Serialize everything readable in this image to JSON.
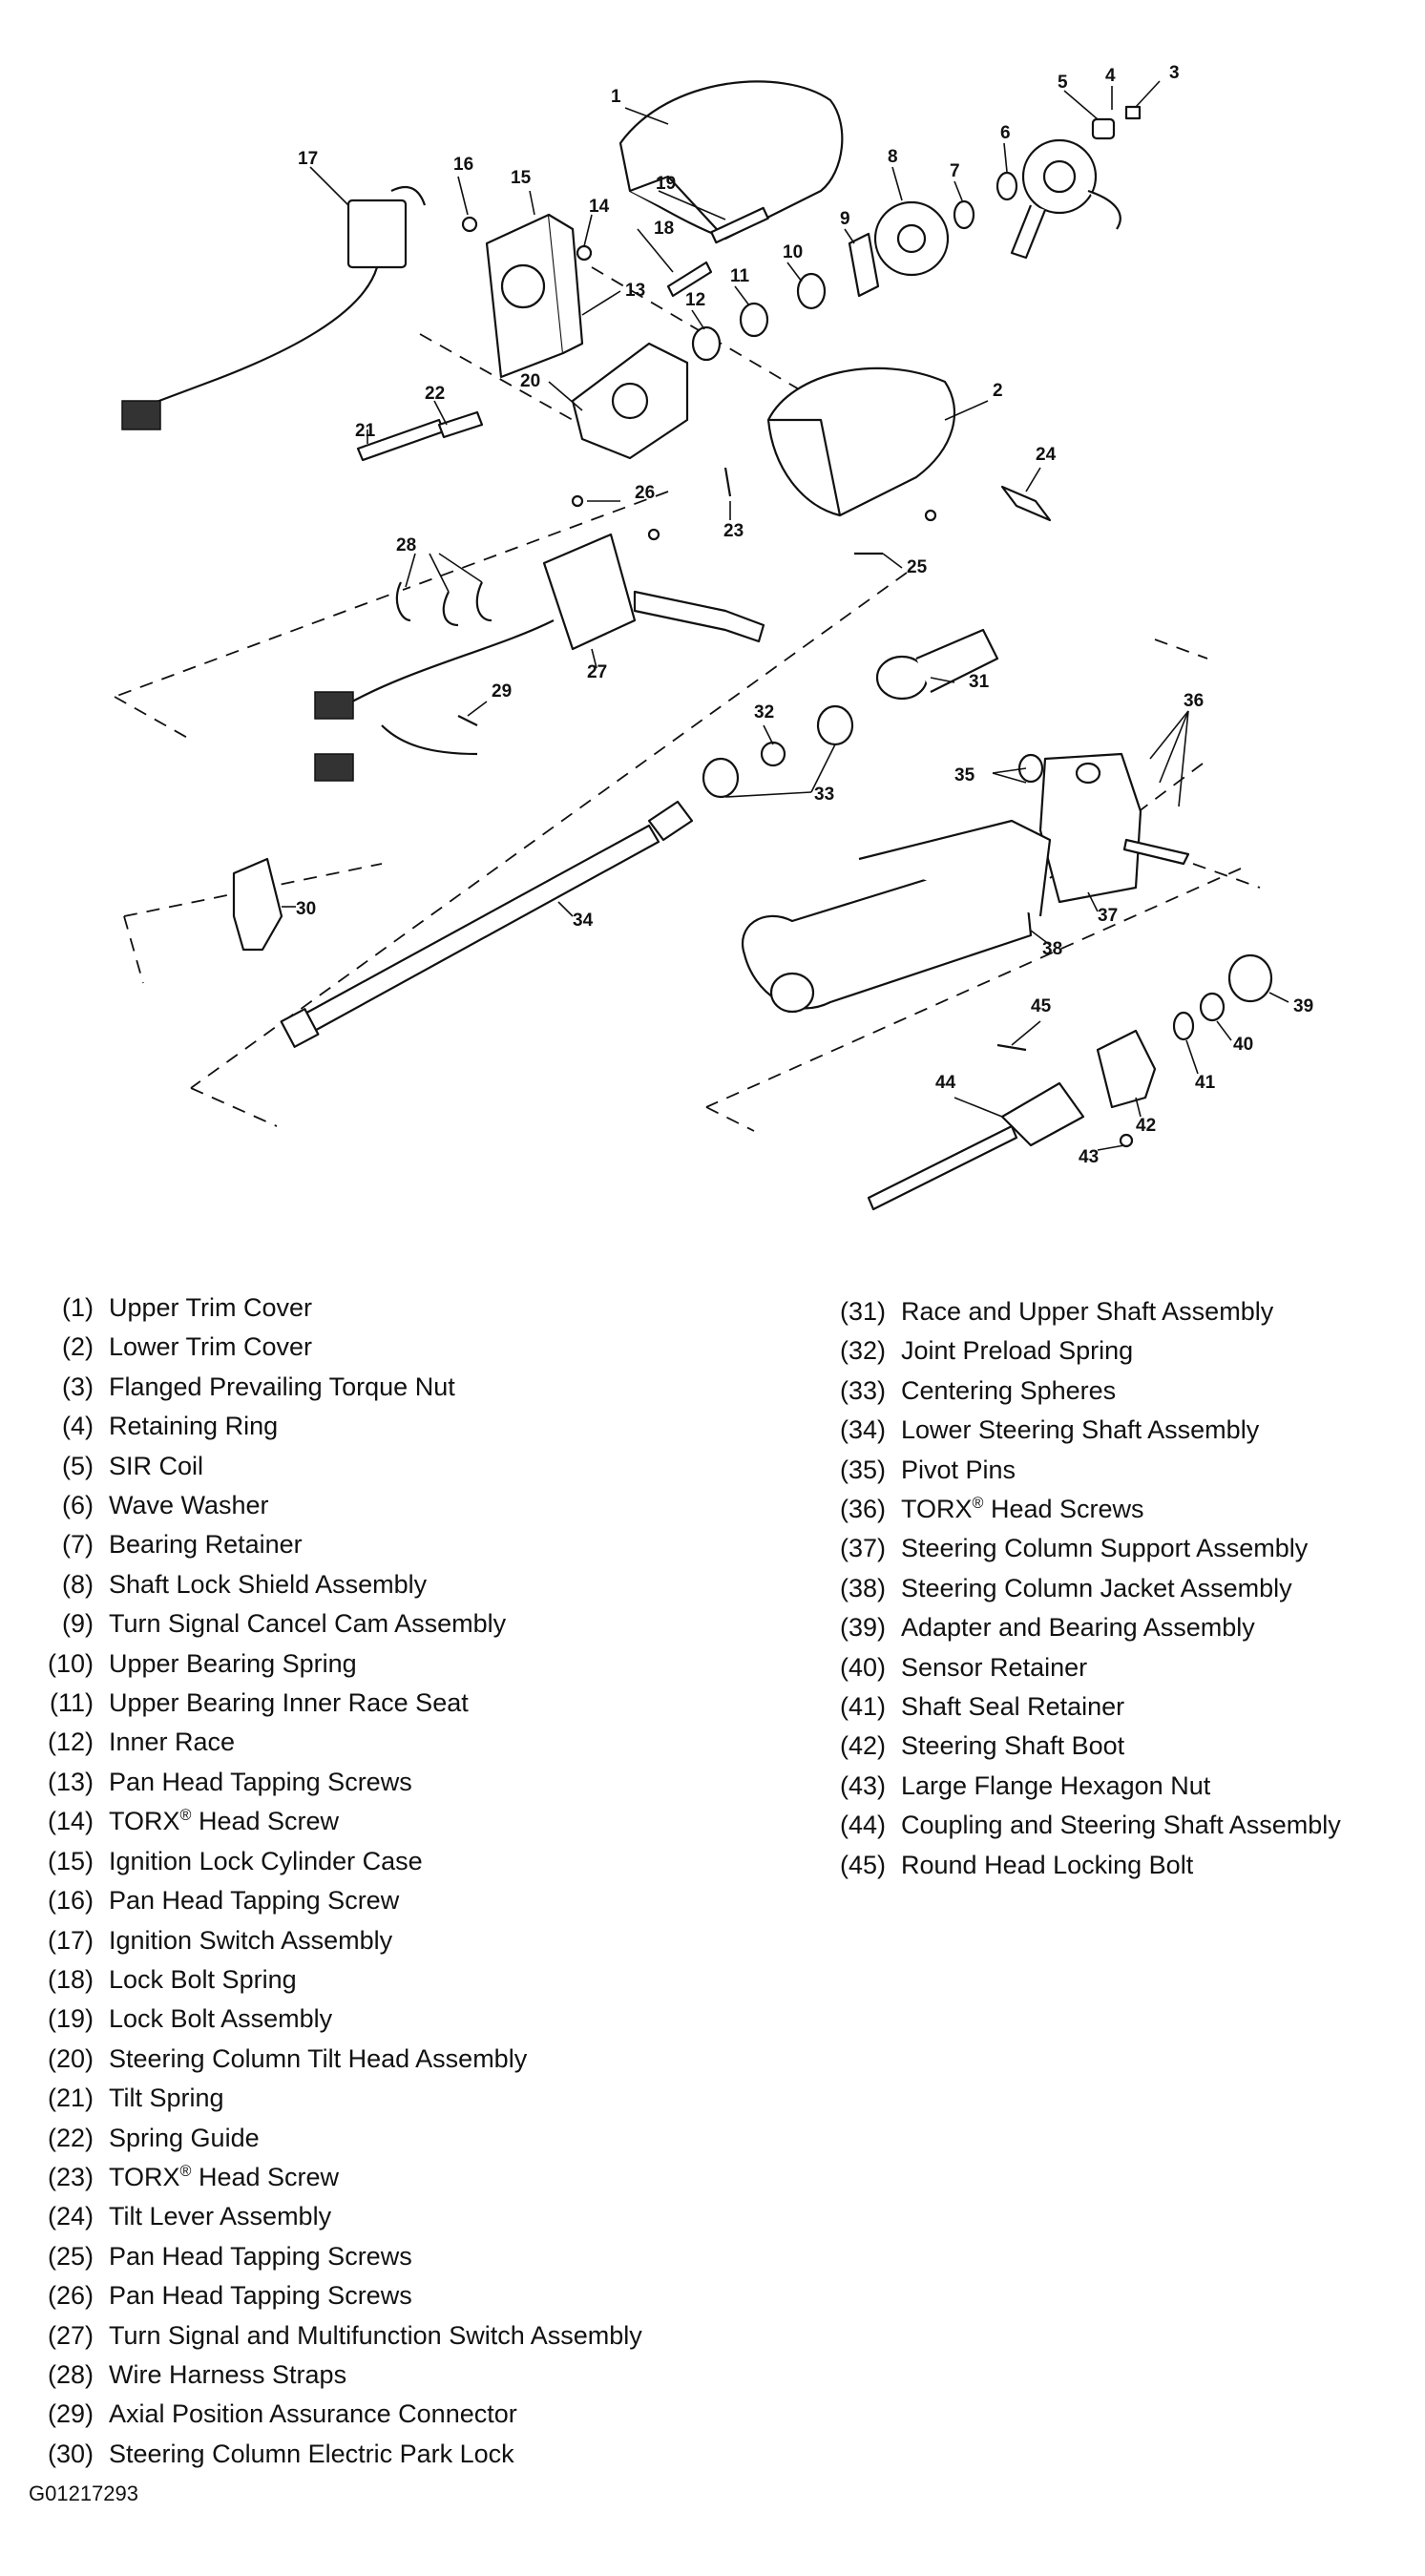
{
  "figure_id": "G01217293",
  "callouts": [
    "1",
    "2",
    "3",
    "4",
    "5",
    "6",
    "7",
    "8",
    "9",
    "10",
    "11",
    "12",
    "13",
    "14",
    "15",
    "16",
    "17",
    "18",
    "19",
    "20",
    "21",
    "22",
    "23",
    "24",
    "25",
    "26",
    "27",
    "28",
    "29",
    "30",
    "31",
    "32",
    "33",
    "34",
    "35",
    "36",
    "37",
    "38",
    "39",
    "40",
    "41",
    "42",
    "43",
    "44",
    "45"
  ],
  "legend_left": [
    {
      "num": "(1)",
      "name": "Upper Trim Cover"
    },
    {
      "num": "(2)",
      "name": "Lower Trim Cover"
    },
    {
      "num": "(3)",
      "name": "Flanged Prevailing Torque Nut"
    },
    {
      "num": "(4)",
      "name": "Retaining Ring"
    },
    {
      "num": "(5)",
      "name": "SIR Coil"
    },
    {
      "num": "(6)",
      "name": "Wave Washer"
    },
    {
      "num": "(7)",
      "name": "Bearing Retainer"
    },
    {
      "num": "(8)",
      "name": "Shaft Lock Shield Assembly"
    },
    {
      "num": "(9)",
      "name": "Turn Signal Cancel Cam Assembly"
    },
    {
      "num": "(10)",
      "name": "Upper Bearing Spring"
    },
    {
      "num": "(11)",
      "name": "Upper Bearing Inner Race Seat"
    },
    {
      "num": "(12)",
      "name": "Inner Race"
    },
    {
      "num": "(13)",
      "name": "Pan Head Tapping Screws"
    },
    {
      "num": "(14)",
      "name": "TORX® Head Screw"
    },
    {
      "num": "(15)",
      "name": "Ignition Lock Cylinder Case"
    },
    {
      "num": "(16)",
      "name": "Pan Head Tapping Screw"
    },
    {
      "num": "(17)",
      "name": "Ignition Switch Assembly"
    },
    {
      "num": "(18)",
      "name": "Lock Bolt Spring"
    },
    {
      "num": "(19)",
      "name": "Lock Bolt Assembly"
    },
    {
      "num": "(20)",
      "name": "Steering Column Tilt Head Assembly"
    },
    {
      "num": "(21)",
      "name": "Tilt Spring"
    },
    {
      "num": "(22)",
      "name": "Spring Guide"
    },
    {
      "num": "(23)",
      "name": "TORX® Head Screw"
    },
    {
      "num": "(24)",
      "name": "Tilt Lever Assembly"
    },
    {
      "num": "(25)",
      "name": "Pan Head Tapping Screws"
    },
    {
      "num": "(26)",
      "name": "Pan Head Tapping Screws"
    },
    {
      "num": "(27)",
      "name": "Turn Signal and Multifunction Switch Assembly"
    },
    {
      "num": "(28)",
      "name": "Wire Harness Straps"
    },
    {
      "num": "(29)",
      "name": "Axial Position Assurance Connector"
    },
    {
      "num": "(30)",
      "name": "Steering Column Electric Park Lock"
    }
  ],
  "legend_right": [
    {
      "num": "(31)",
      "name": "Race and Upper Shaft Assembly"
    },
    {
      "num": "(32)",
      "name": "Joint Preload Spring"
    },
    {
      "num": "(33)",
      "name": "Centering Spheres"
    },
    {
      "num": "(34)",
      "name": "Lower Steering Shaft Assembly"
    },
    {
      "num": "(35)",
      "name": "Pivot Pins"
    },
    {
      "num": "(36)",
      "name": "TORX® Head Screws"
    },
    {
      "num": "(37)",
      "name": "Steering Column Support Assembly"
    },
    {
      "num": "(38)",
      "name": "Steering Column Jacket Assembly"
    },
    {
      "num": "(39)",
      "name": "Adapter and Bearing Assembly"
    },
    {
      "num": "(40)",
      "name": "Sensor Retainer"
    },
    {
      "num": "(41)",
      "name": "Shaft Seal Retainer"
    },
    {
      "num": "(42)",
      "name": "Steering Shaft Boot"
    },
    {
      "num": "(43)",
      "name": "Large Flange Hexagon Nut"
    },
    {
      "num": "(44)",
      "name": "Coupling and Steering Shaft Assembly"
    },
    {
      "num": "(45)",
      "name": "Round Head Locking Bolt"
    }
  ]
}
